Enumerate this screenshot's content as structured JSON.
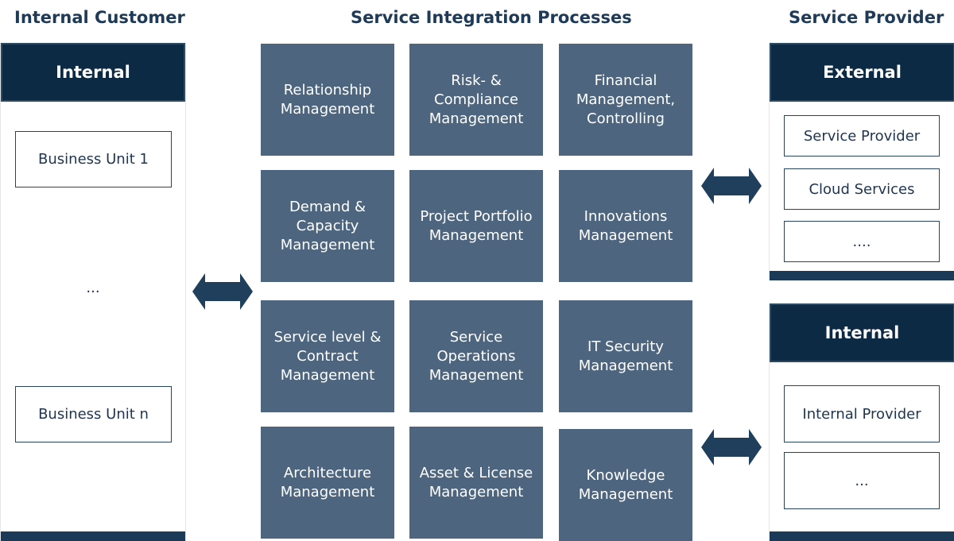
{
  "headers": {
    "internal_customer": "Internal Customer",
    "processes": "Service Integration Processes",
    "service_provider": "Service Provider"
  },
  "left_panel": {
    "header": "Internal",
    "items": [
      "Business Unit 1",
      "...",
      "Business Unit n"
    ]
  },
  "processes": [
    "Relationship\nManagement",
    "Risk- &\nCompliance\nManagement",
    "Financial\nManagement,\nControlling",
    "Demand &\nCapacity\nManagement",
    "Project Portfolio\nManagement",
    "Innovations\nManagement",
    "Service level &\nContract\nManagement",
    "Service\nOperations\nManagement",
    "IT Security\nManagement",
    "Architecture\nManagement",
    "Asset & License\nManagement",
    "Knowledge\nManagement"
  ],
  "right_external": {
    "header": "External",
    "items": [
      "Service Provider",
      "Cloud Services",
      "...."
    ]
  },
  "right_internal": {
    "header": "Internal",
    "items": [
      "Internal Provider",
      "..."
    ]
  },
  "colors": {
    "dark_navy": "#0d2a45",
    "tile_slate": "#4d657e",
    "arrow": "#1f3f5d"
  },
  "icons": [
    "double-arrow-icon"
  ]
}
